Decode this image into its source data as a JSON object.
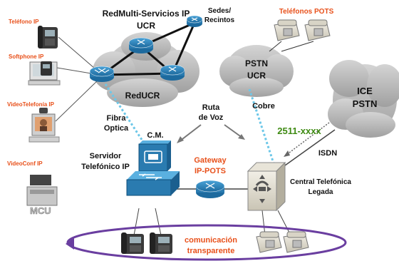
{
  "title": {
    "line1": "RedMulti-Servicios IP",
    "line2": "UCR"
  },
  "labels": {
    "sedes1": "Sedes/",
    "sedes2": "Recintos",
    "reducr": "RedUCR",
    "telefonos_pots": "Teléfonos POTS",
    "pstn_ucr1": "PSTN",
    "pstn_ucr2": "UCR",
    "ice1": "ICE",
    "ice2": "PSTN",
    "number": "2511-xxxx",
    "isdn": "ISDN",
    "cobre": "Cobre",
    "ruta1": "Ruta",
    "ruta2": "de Voz",
    "fibra1": "Fibra",
    "fibra2": "Optica",
    "cm": "C.M.",
    "servidor1": "Servidor",
    "servidor2": "Telefónico IP",
    "gateway1": "Gateway",
    "gateway2": "IP-POTS",
    "central1": "Central Telefónica",
    "central2": "Legada",
    "comunicacion1": "comunicación",
    "comunicacion2": "transparente",
    "telefono_ip": "Teléfono IP",
    "softphone_ip": "Softphone IP",
    "videotelefonia_ip": "VideoTelefonía IP",
    "videoconf_ip": "VideoConf IP",
    "mcu": "MCU"
  },
  "colors": {
    "orange": "#e8501a",
    "green": "#3e8a12",
    "router_blue": "#2a7bb0",
    "cloud": "#b5b5b5",
    "ellipse": "#6a3ea0",
    "fiber": "#6cc7e8"
  }
}
